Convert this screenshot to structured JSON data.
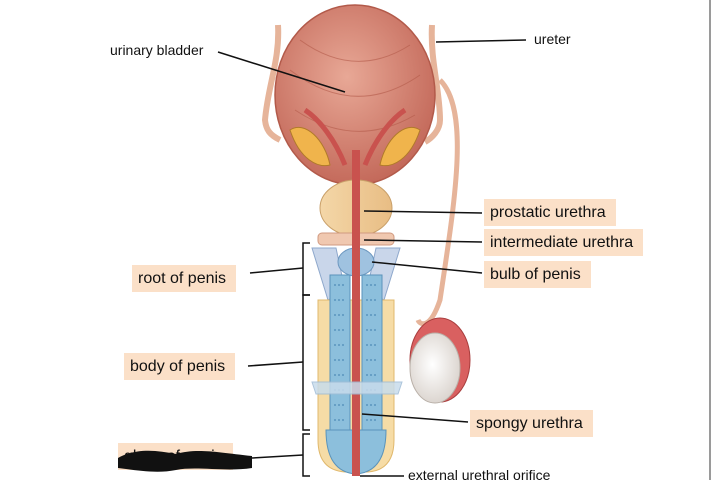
{
  "labels": {
    "urinary_bladder": "urinary bladder",
    "ureter": "ureter",
    "prostatic_urethra": "prostatic urethra",
    "intermediate_urethra": "intermediate urethra",
    "bulb_of_penis": "bulb of penis",
    "root_of_penis": "root of penis",
    "body_of_penis": "body of penis",
    "spongy_urethra": "spongy urethra",
    "external_urethral_orifice": "external urethral orifice",
    "glans_of_penis_obscured": "glans of penis"
  },
  "colors": {
    "label_box": "#fbe0c8",
    "bladder": "#d98a78",
    "urethra": "#c9524e",
    "spongy_tissue": "#7fb6d6",
    "fat": "#f2c66a"
  }
}
